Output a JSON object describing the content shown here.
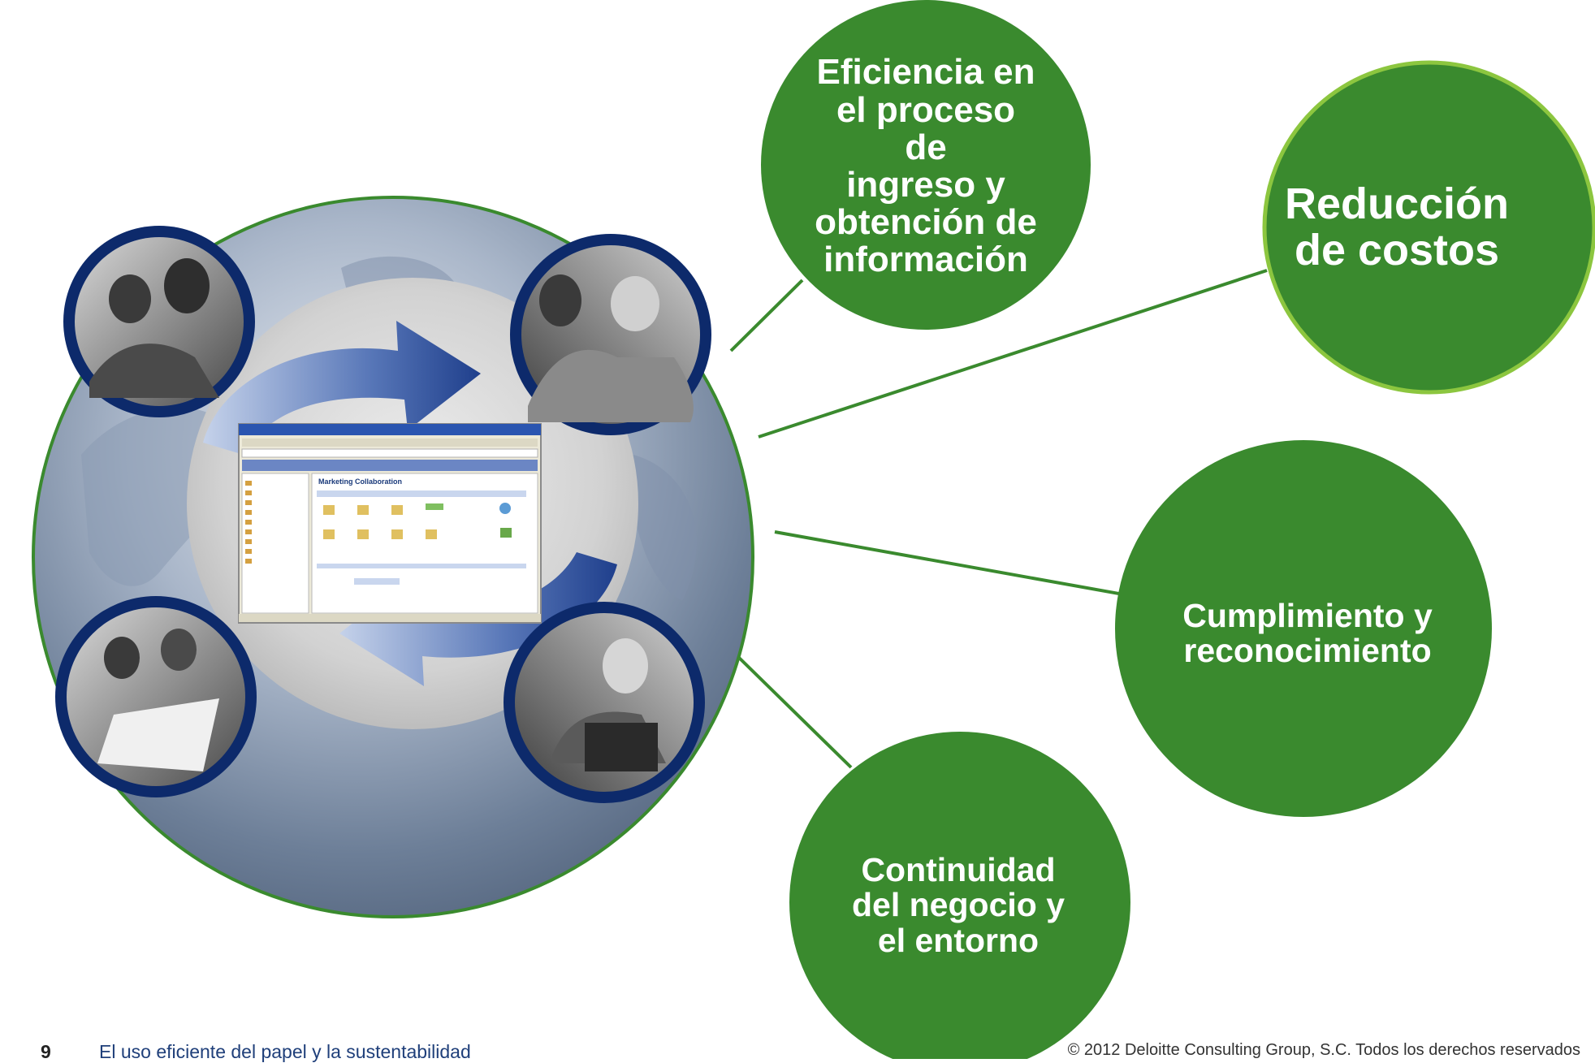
{
  "diagram": {
    "hub_label": "",
    "benefits": [
      "Eficiencia en\nel proceso de\ningreso y\nobtención de\ninformación",
      "Reducción\nde costos",
      "Cumplimiento y\nreconocimiento",
      "Continuidad\ndel negocio y\nel entorno"
    ],
    "colors": {
      "bubble_green": "#3a8a2e",
      "bubble_border_light": "#8cc63f",
      "connector_green": "#3a8a2e",
      "photo_ring_navy": "#0d2a6b",
      "arrow_blue": "#2d4f9a"
    },
    "embedded_window": {
      "header_title": "Marketing Collaboration"
    }
  },
  "footer": {
    "page_number": "9",
    "title": "El uso eficiente del papel y la sustentabilidad",
    "copyright": "© 2012 Deloitte Consulting Group, S.C. Todos los derechos reservados"
  }
}
